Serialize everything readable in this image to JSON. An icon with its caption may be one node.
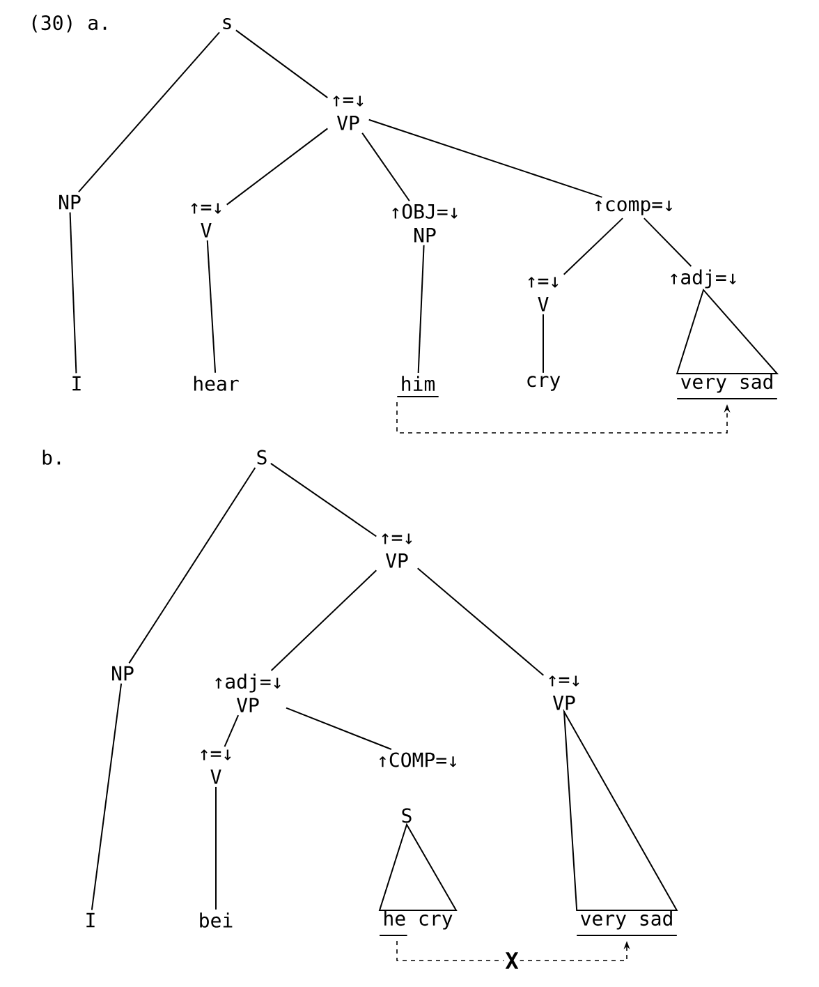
{
  "diagram": {
    "nodes": [
      {
        "text": [
          "s"
        ]
      },
      {
        "text": [
          "↑=↓",
          "VP"
        ]
      },
      {
        "text": [
          "NP"
        ]
      },
      {
        "text": [
          "↑=↓",
          "V"
        ]
      },
      {
        "text": [
          "↑OBJ=↓",
          "NP"
        ]
      },
      {
        "text": [
          "↑comp=↓"
        ]
      },
      {
        "text": [
          "↑=↓",
          "V"
        ]
      },
      {
        "text": [
          "↑adj=↓"
        ]
      },
      {
        "text": [
          "I"
        ]
      },
      {
        "text": [
          "hear"
        ]
      },
      {
        "text": [
          "him"
        ]
      },
      {
        "text": [
          "cry"
        ]
      },
      {
        "text": [
          "very sad"
        ]
      },
      {
        "text": [
          "S"
        ]
      },
      {
        "text": [
          "↑=↓",
          "VP"
        ]
      },
      {
        "text": [
          "NP"
        ]
      },
      {
        "text": [
          "↑adj=↓",
          "VP"
        ]
      },
      {
        "text": [
          "↑=↓",
          "VP"
        ]
      },
      {
        "text": [
          "↑=↓",
          "V"
        ]
      },
      {
        "text": [
          "↑COMP=↓"
        ]
      },
      {
        "text": [
          "S"
        ]
      },
      {
        "text": [
          "I"
        ]
      },
      {
        "text": [
          "bei"
        ]
      },
      {
        "text": [
          "he cry"
        ]
      },
      {
        "text": [
          "very sad"
        ]
      }
    ],
    "edges": [
      {
        "from": 0,
        "to": 2,
        "arrow": "none"
      },
      {
        "from": 0,
        "to": 1,
        "arrow": "none"
      },
      {
        "from": 1,
        "to": 3,
        "arrow": "none"
      },
      {
        "from": 1,
        "to": 4,
        "arrow": "none"
      },
      {
        "from": 1,
        "to": 5,
        "arrow": "none"
      },
      {
        "from": 5,
        "to": 6,
        "arrow": "none"
      },
      {
        "from": 5,
        "to": 7,
        "arrow": "none"
      },
      {
        "from": 2,
        "to": 8,
        "arrow": "none"
      },
      {
        "from": 3,
        "to": 9,
        "arrow": "none"
      },
      {
        "from": 4,
        "to": 10,
        "arrow": "none"
      },
      {
        "from": 6,
        "to": 11,
        "arrow": "none"
      },
      {
        "from": 7,
        "to": 12,
        "arrow": "none"
      },
      {
        "from": 10,
        "to": 12,
        "arrow": "to",
        "style": "dashed"
      },
      {
        "from": 13,
        "to": 15,
        "arrow": "none"
      },
      {
        "from": 13,
        "to": 14,
        "arrow": "none"
      },
      {
        "from": 14,
        "to": 16,
        "arrow": "none"
      },
      {
        "from": 14,
        "to": 17,
        "arrow": "none"
      },
      {
        "from": 16,
        "to": 18,
        "arrow": "none"
      },
      {
        "from": 16,
        "to": 19,
        "arrow": "none"
      },
      {
        "from": 15,
        "to": 21,
        "arrow": "none"
      },
      {
        "from": 18,
        "to": 22,
        "arrow": "none"
      },
      {
        "from": 20,
        "to": 23,
        "arrow": "none"
      },
      {
        "from": 17,
        "to": 24,
        "arrow": "none"
      },
      {
        "from": 23,
        "to": 24,
        "arrow": "to",
        "style": "dashed",
        "label": "X"
      }
    ],
    "labels": [
      "(30) a.",
      "b."
    ]
  }
}
